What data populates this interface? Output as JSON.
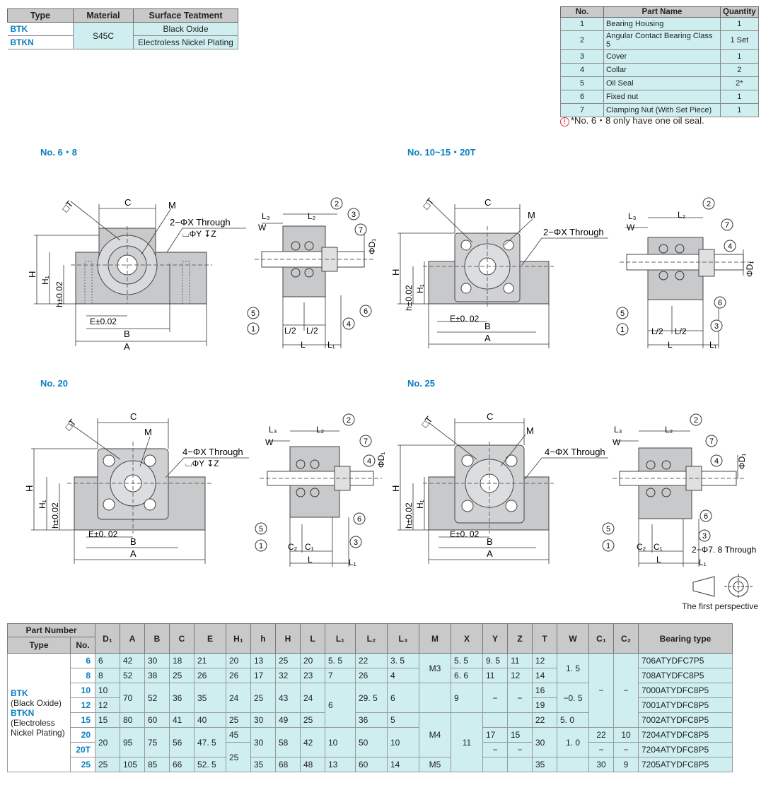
{
  "material_table": {
    "headers": [
      "Type",
      "Material",
      "Surface Teatment"
    ],
    "rows": [
      {
        "type": "BTK",
        "material": "S45C",
        "surface": "Black Oxide"
      },
      {
        "type": "BTKN",
        "surface": "Electroless Nickel Plating"
      }
    ]
  },
  "parts_table": {
    "headers": [
      "No.",
      "Part Name",
      "Quantity"
    ],
    "rows": [
      {
        "no": "1",
        "name": "Bearing Housing",
        "qty": "1"
      },
      {
        "no": "2",
        "name": "Angular Contact Bearing Class 5",
        "qty": "1  Set"
      },
      {
        "no": "3",
        "name": "Cover",
        "qty": "1"
      },
      {
        "no": "4",
        "name": "Collar",
        "qty": "2"
      },
      {
        "no": "5",
        "name": "Oil Seal",
        "qty": "2*"
      },
      {
        "no": "6",
        "name": "Fixed nut",
        "qty": "1"
      },
      {
        "no": "7",
        "name": "Clamping Nut (With Set Piece)",
        "qty": "1"
      }
    ],
    "note": "*No. 6・8 only have one oil seal."
  },
  "sections": {
    "s1": "No. 6・8",
    "s2": "No. 10~15・20T",
    "s3": "No. 20",
    "s4": "No. 25"
  },
  "drawing_labels": {
    "C": "C",
    "M": "M",
    "T": "□T",
    "H": "H",
    "H1": "H₁",
    "h": "h±0.02",
    "E1": "E±0.02",
    "E2": "E±0. 02",
    "B": "B",
    "A": "A",
    "L": "L",
    "L1": "L₁",
    "L2": "L₂",
    "L3": "L₃",
    "W": "W",
    "D1": "ΦD₁",
    "L_half": "L/2",
    "C1": "C₁",
    "C2": "C₂",
    "through2": "2−ΦX Through",
    "through4": "4−ΦX Through",
    "cbore": "⌴ΦY ↧Z",
    "through78": "2−Φ7. 8 Through",
    "n1": "1",
    "n2": "2",
    "n3": "3",
    "n4": "4",
    "n5": "5",
    "n6": "6",
    "n7": "7"
  },
  "perspective_label": "The first perspective",
  "spec_table": {
    "part_number": "Part Number",
    "type_h": "Type",
    "no_h": "No.",
    "cols": [
      "D₁",
      "A",
      "B",
      "C",
      "E",
      "H₁",
      "h",
      "H",
      "L",
      "L₁",
      "L₂",
      "L₃",
      "M",
      "X",
      "Y",
      "Z",
      "T",
      "W",
      "C₁",
      "C₂",
      "Bearing type"
    ],
    "type_lines": [
      "BTK",
      "(Black Oxide)",
      "BTKN",
      "(Electroless",
      "Nickel Plating)"
    ],
    "nos": [
      "6",
      "8",
      "10",
      "12",
      "15",
      "20",
      "20T",
      "25"
    ],
    "v": {
      "r6": [
        "6",
        "42",
        "30",
        "18",
        "21",
        "20",
        "13",
        "25",
        "20",
        "5. 5",
        "22",
        "3. 5",
        "5. 5",
        "9. 5",
        "11",
        "12",
        "706ATYDFC7P5"
      ],
      "r8": [
        "8",
        "52",
        "38",
        "25",
        "26",
        "26",
        "17",
        "32",
        "23",
        "7",
        "26",
        "4",
        "6. 6",
        "11",
        "12",
        "14",
        "708ATYDFC8P5"
      ],
      "r10": [
        "10",
        "16",
        "7000ATYDFC8P5"
      ],
      "r12": [
        "12",
        "19",
        "7001ATYDFC8P5"
      ],
      "r1012": [
        "70",
        "52",
        "36",
        "35",
        "24",
        "25",
        "43",
        "24",
        "29. 5",
        "6",
        "9"
      ],
      "r15": [
        "15",
        "80",
        "60",
        "41",
        "40",
        "25",
        "30",
        "49",
        "25",
        "36",
        "5",
        "22",
        "5. 0",
        "7002ATYDFC8P5"
      ],
      "r20": [
        "17",
        "15",
        "22",
        "10",
        "7204ATYDFC8P5"
      ],
      "r2020T": [
        "20",
        "95",
        "75",
        "56",
        "47. 5",
        "30",
        "58",
        "42",
        "10",
        "50",
        "10",
        "30"
      ],
      "r20T": [
        "−",
        "−",
        "7204ATYDFC8P5"
      ],
      "r25": [
        "25",
        "105",
        "85",
        "66",
        "52. 5",
        "35",
        "68",
        "48",
        "13",
        "60",
        "14",
        "M5",
        "35",
        "30",
        "9",
        "7205ATYDFC8P5"
      ],
      "m3": "M3",
      "m4": "M4",
      "l1_6": "6",
      "x11": "11",
      "w15": "1. 5",
      "wneg": "−0. 5",
      "w10": "1. 0",
      "h25": "25",
      "h45": "45",
      "dash": "−",
      "yz_dash": "−"
    }
  }
}
